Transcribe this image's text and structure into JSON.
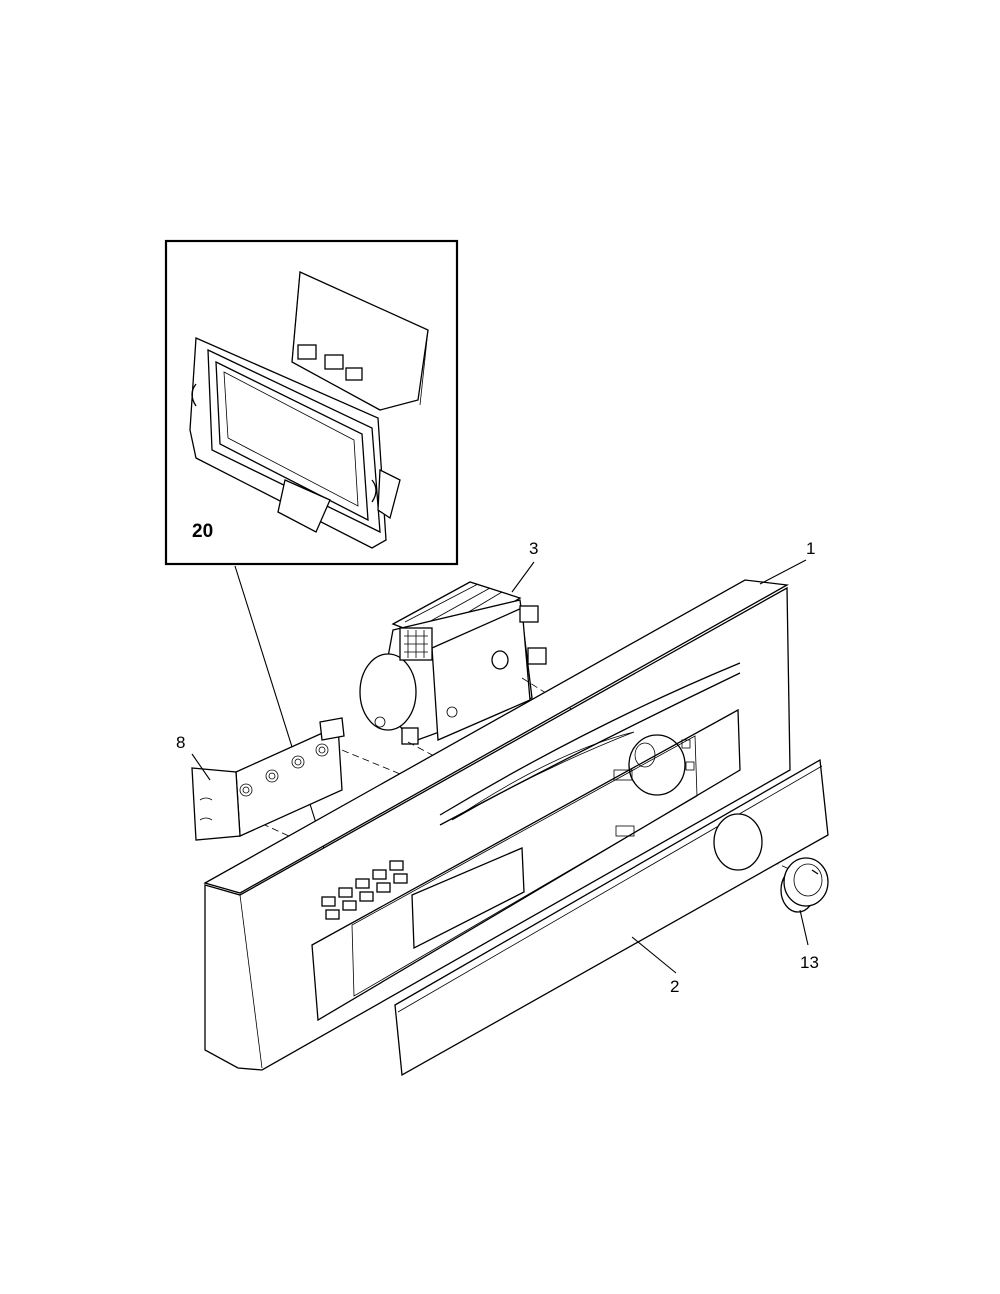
{
  "callouts": {
    "part_1": "1",
    "part_2": "2",
    "part_3": "3",
    "part_8": "8",
    "part_13": "13",
    "part_20": "20"
  }
}
